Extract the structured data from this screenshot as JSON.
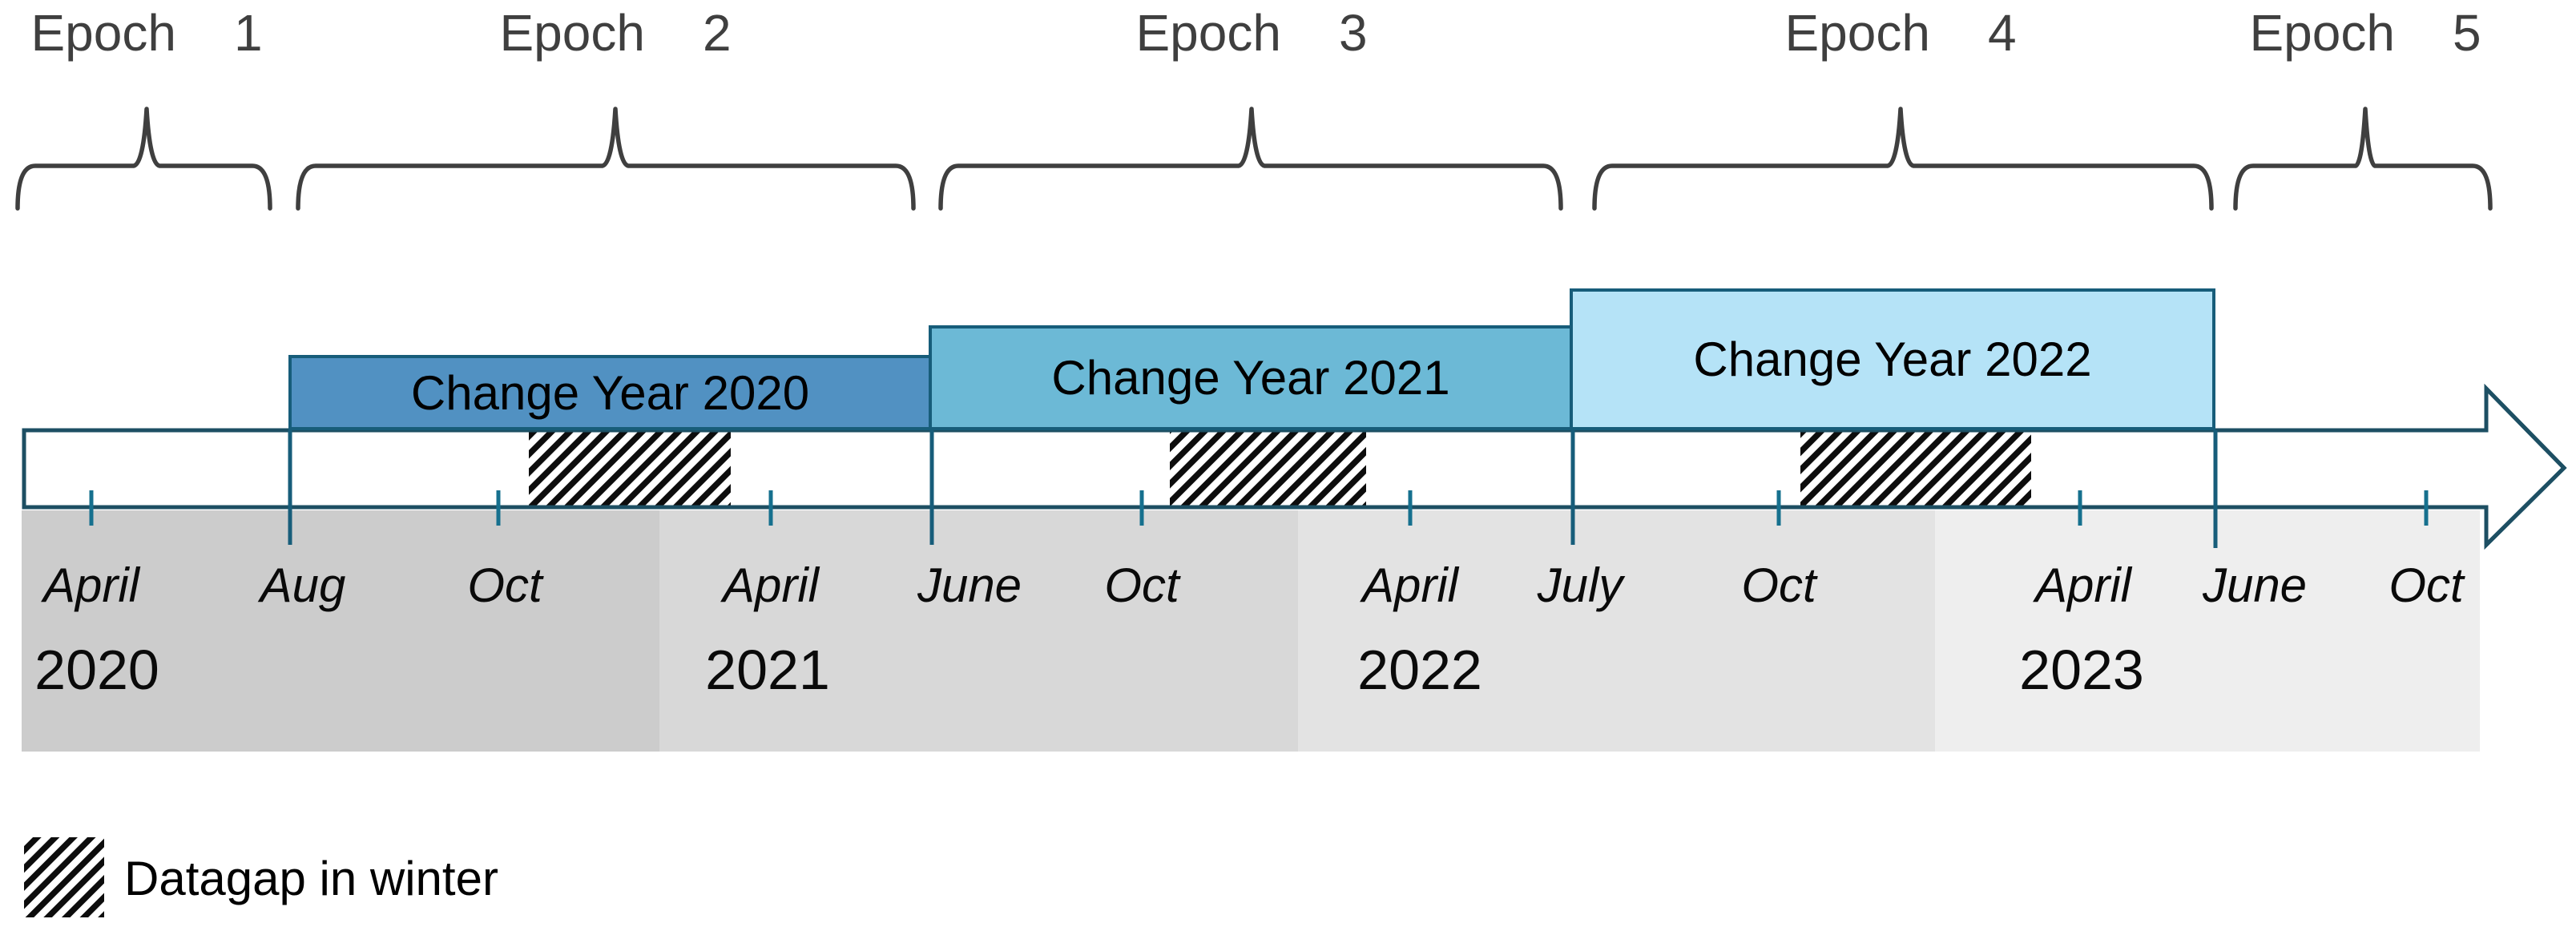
{
  "epochs": [
    {
      "word": "Epoch",
      "number": "1"
    },
    {
      "word": "Epoch",
      "number": "2"
    },
    {
      "word": "Epoch",
      "number": "3"
    },
    {
      "word": "Epoch",
      "number": "4"
    },
    {
      "word": "Epoch",
      "number": "5"
    }
  ],
  "change_year_boxes": [
    {
      "label": "Change Year 2020",
      "fill": "#5191c2"
    },
    {
      "label": "Change Year 2021",
      "fill": "#6cb9d6"
    },
    {
      "label": "Change Year 2022",
      "fill": "#b5e3f7"
    }
  ],
  "axis": {
    "month_labels": [
      "April",
      "Aug",
      "Oct",
      "April",
      "June",
      "Oct",
      "April",
      "July",
      "Oct",
      "April",
      "June",
      "Oct"
    ],
    "year_labels": [
      "2020",
      "2021",
      "2022",
      "2023"
    ]
  },
  "legend": {
    "label": "Datagap in winter",
    "swatch": "diagonal-hatch"
  },
  "colors": {
    "box_border": "#175d7a",
    "arrow_border": "#1d4f63",
    "tick": "#16708e",
    "brace": "#3f3f3f",
    "band_2020": "#cccccc",
    "band_2021": "#d8d8d8",
    "band_2022": "#e3e3e3",
    "band_2023": "#eeeeee",
    "hatch": "#0d0d0d"
  }
}
